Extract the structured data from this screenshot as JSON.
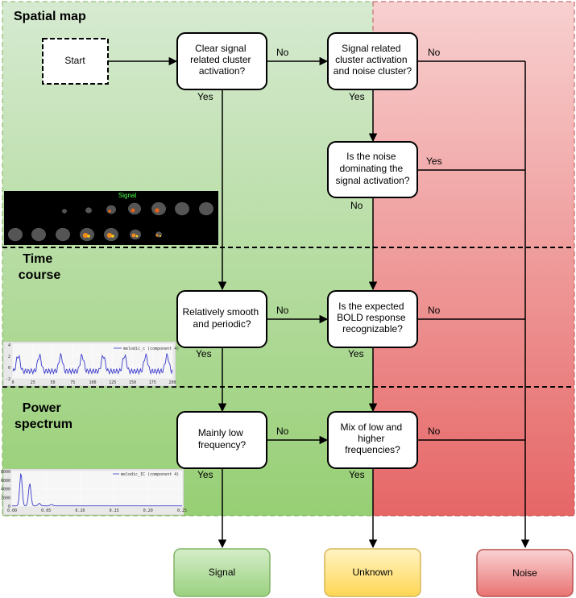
{
  "sections": {
    "spatial_map": [
      "Spatial map"
    ],
    "time_course": [
      "Time",
      "course"
    ],
    "power_spectrum": [
      "Power",
      "spectrum"
    ]
  },
  "nodes": {
    "start": [
      "Start"
    ],
    "q_clear": [
      "Clear signal",
      "related cluster",
      "activation?"
    ],
    "q_signal_noise": [
      "Signal related",
      "cluster activation",
      "and noise cluster?"
    ],
    "q_noise_dominating": [
      "Is the noise",
      "dominating the",
      "signal activation?"
    ],
    "q_smooth": [
      "Relatively smooth",
      "and periodic?"
    ],
    "q_bold": [
      "Is the expected",
      "BOLD response",
      "recognizable?"
    ],
    "q_low_freq": [
      "Mainly low",
      "frequency?"
    ],
    "q_mix": [
      "Mix of low and",
      "higher",
      "frequencies?"
    ],
    "signal": [
      "Signal"
    ],
    "unknown": [
      "Unknown"
    ],
    "noise": [
      "Noise"
    ]
  },
  "edge_labels": {
    "yes": "Yes",
    "no": "No"
  },
  "thumbnails": {
    "brain_title": "Signal",
    "timecourse_legend": "melodic_c (component 4)",
    "timecourse_yticks": [
      "4",
      "2",
      "0",
      "-2"
    ],
    "timecourse_xticks": [
      "0",
      "25",
      "50",
      "75",
      "100",
      "125",
      "150",
      "175",
      "200"
    ],
    "spectrum_legend": "melodic_IC (component 4)",
    "spectrum_yticks": [
      "8000",
      "6000",
      "4000",
      "2000",
      "0"
    ],
    "spectrum_xticks": [
      "0.00",
      "0.05",
      "0.10",
      "0.15",
      "0.20",
      "0.25"
    ]
  },
  "colors": {
    "green_region": "#c7e3bf",
    "green_region_bottom": "#9fd47f",
    "red_region": "#f6c4c4",
    "red_region_bottom": "#e86a6a",
    "signal_fill": "#a9db8f",
    "unknown_fill": "#ffe27a",
    "noise_fill": "#f08080"
  }
}
